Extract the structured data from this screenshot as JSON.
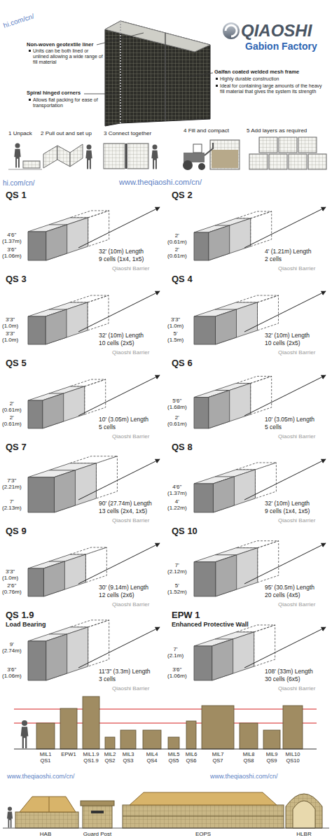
{
  "diagram": {
    "labels": [
      "hi.com/cn/",
      "QIAOSHI",
      "Gabion Factory",
      "Non-woven geotextile liner",
      "Units can be both lined or unlined allowing a wide range of fill material",
      "Spiral hinged corners",
      "Allows flat packing for ease of transportation",
      "Galfan coated welded mesh frame",
      "Highly durable construction",
      "Ideal for containing large amounts of the heavy fill material that gives the system its strength",
      "1 Unpack",
      "2 Pull out and set up",
      "3 Connect together",
      "4 Fill and compact",
      "5 Add layers as required",
      "hi.com/cn/",
      "www.theqiaoshi.com/cn/",
      "QS 1",
      "4'6\" (1.37m)",
      "3'6\" (1.06m)",
      "32' (10m) Length",
      "9 cells (1x4, 1x5)",
      "Qiaoshi Barrier",
      "QS 2",
      "2' (0.61m)",
      "2' (0.61m)",
      "4' (1.21m) Length",
      "2 cells",
      "Qiaoshi Barrier",
      "QS 3",
      "3'3\" (1.0m)",
      "3'3\" (1.0m)",
      "32' (10m) Length",
      "10 cells (2x5)",
      "Qiaoshi Barrier",
      "QS 4",
      "3'3\" (1.0m)",
      "5' (1.5m)",
      "32' (10m) Length",
      "10 cells (2x5)",
      "Qiaoshi Barrier",
      "QS 5",
      "2' (0.61m)",
      "2' (0.61m)",
      "10' (3.05m) Length",
      "5 cells",
      "Qiaoshi Barrier",
      "QS 6",
      "5'6\" (1.68m)",
      "2' (0.61m)",
      "10' (3.05m) Length",
      "5 cells",
      "Qiaoshi Barrier",
      "QS 7",
      "7'3\" (2.21m)",
      "7' (2.13m)",
      "90' (27.74m) Length",
      "13 cells (2x4, 1x5)",
      "Qiaoshi Barrier",
      "QS 8",
      "4'6\" (1.37m)",
      "4' (1.22m)",
      "32' (10m) Length",
      "9 cells (1x4, 1x5)",
      "Qiaoshi Barrier",
      "QS 9",
      "3'3\" (1.0m)",
      "2'6\" (0.76m)",
      "30' (9.14m) Length",
      "12 cells (2x6)",
      "Qiaoshi Barrier",
      "QS 10",
      "7' (2.12m)",
      "5' (1.52m)",
      "95' (30.5m) Length",
      "20 cells (4x5)",
      "Qiaoshi Barrier",
      "QS 1.9",
      "Load Bearing",
      "9' (2.74m)",
      "3'6\" (1.06m)",
      "11'3\" (3.3m) Length",
      "3 cells",
      "Qiaoshi Barrier",
      "EPW 1",
      "Enhanced Protective Wall",
      "7' (2.1m)",
      "3'6\" (1.06m)",
      "108' (33m) Length",
      "30 cells (6x5)",
      "Qiaoshi Barrier",
      "MIL1 QS1",
      "EPW1",
      "MIL1.9 QS1.9",
      "MIL2 QS2",
      "MIL3 QS3",
      "MIL4 QS4",
      "MIL5 QS5",
      "MIL6 QS6",
      "MIL7 QS7",
      "MIL8 QS8",
      "MIL9 QS9",
      "MIL10 QS10",
      "www.theqiaoshi.com/cn/",
      "www.theqiaoshi.com/cn/",
      "HAB",
      "Guard Post",
      "EOPS",
      "HLBR"
    ]
  }
}
